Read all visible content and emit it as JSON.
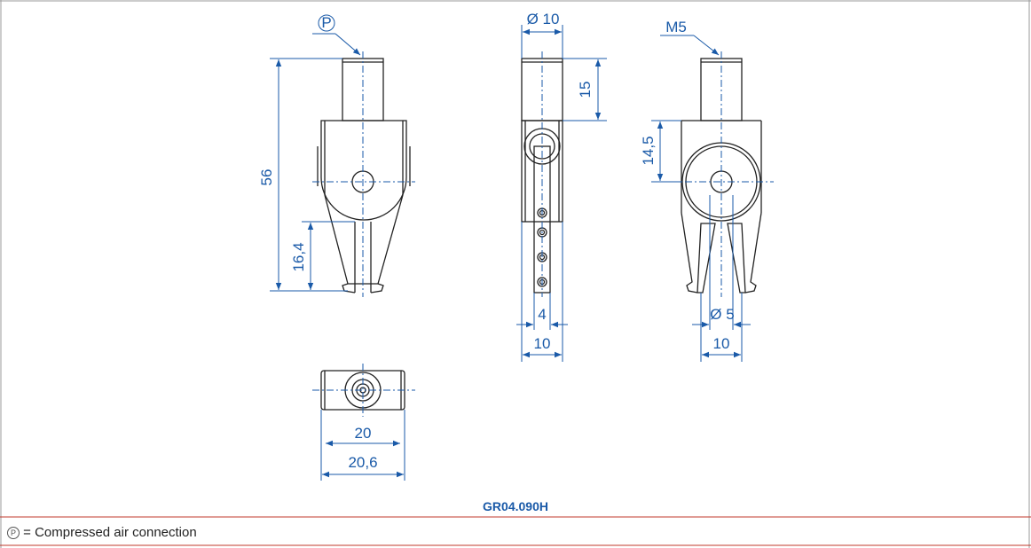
{
  "dimensions": {
    "air_port_symbol": "P",
    "height_total": "56",
    "height_lower": "16,4",
    "diameter_top": "Ø 10",
    "length_shaft": "15",
    "width_4": "4",
    "width_10_side": "10",
    "thread": "M5",
    "height_14_5": "14,5",
    "diameter_5": "Ø 5",
    "width_10_front": "10",
    "width_20": "20",
    "width_20_6": "20,6"
  },
  "product_code": "GR04.090H",
  "legend": {
    "symbol": "P",
    "text": "= Compressed air connection"
  },
  "colors": {
    "dimension": "#1a5aa8",
    "outline": "#222222",
    "frame_line": "#c0392b"
  }
}
